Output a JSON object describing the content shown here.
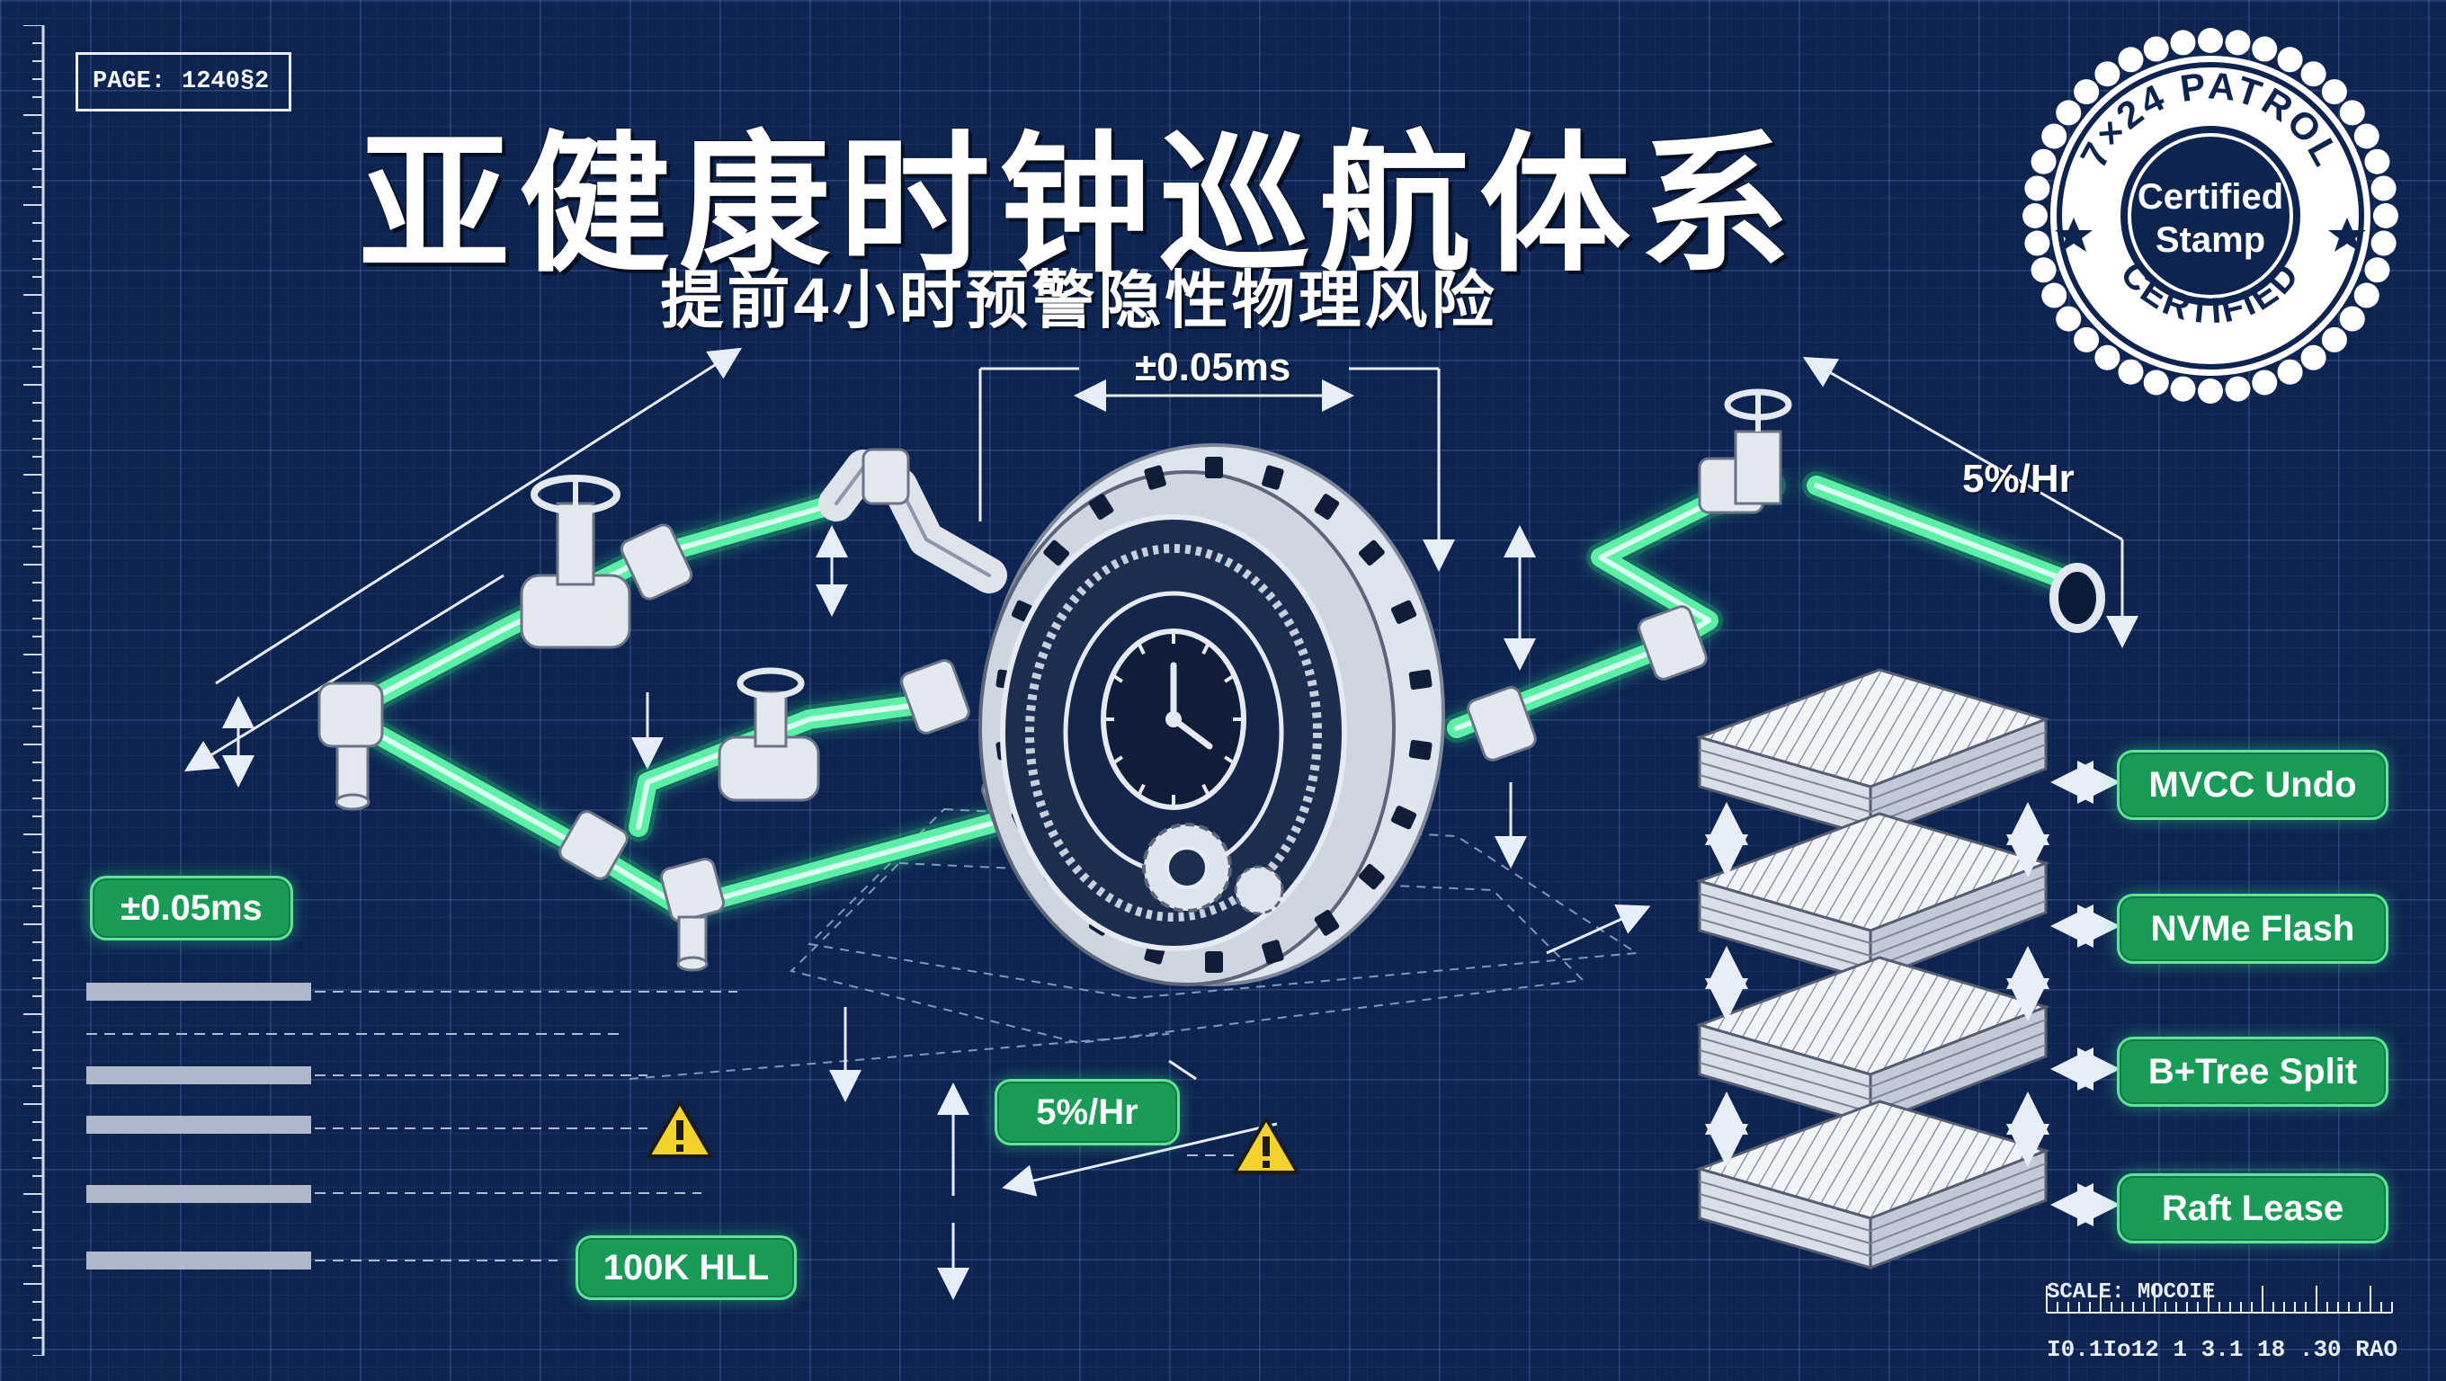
{
  "header": {
    "page_label": "PAGE:",
    "page_value": "1240§2",
    "title": "亚健康时钟巡航体系",
    "subtitle": "提前4小时预警隐性物理风险"
  },
  "stamp": {
    "top_text": "7×24 PATROL",
    "center_line1": "Certified",
    "center_line2": "Stamp",
    "bottom_text": "CERTIFIED"
  },
  "dimensions": {
    "top_latency": "±0.05ms",
    "right_rate": "5%/Hr"
  },
  "pills": {
    "left_latency": "±0.05ms",
    "center_rate": "5%/Hr",
    "bottom_hll": "100K HLL"
  },
  "layers": [
    {
      "label": "MVCC Undo"
    },
    {
      "label": "NVMe Flash"
    },
    {
      "label": "B+Tree Split"
    },
    {
      "label": "Raft Lease"
    }
  ],
  "scale": {
    "label": "SCALE: MOCOIE",
    "ticks": "I0.1Io12  1  3.1  18  .30   RAO"
  },
  "colors": {
    "background": "#0d2450",
    "pipe_glow": "#35e58c",
    "pill_fill": "#1a9b57",
    "warning": "#f3d22a"
  },
  "icons": [
    "warning-icon",
    "valve-icon",
    "clock-icon",
    "gear-icon"
  ]
}
